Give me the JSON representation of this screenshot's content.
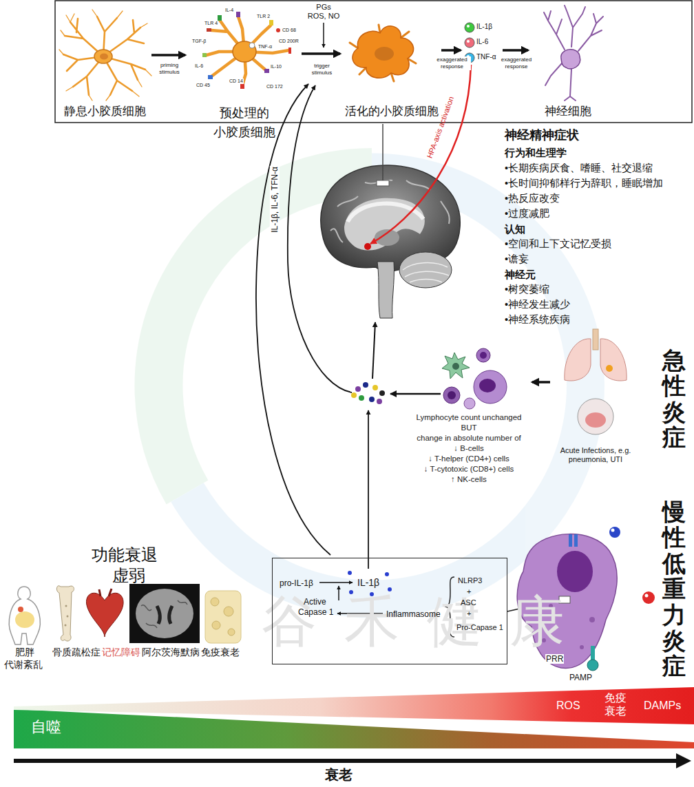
{
  "diagram": {
    "nodes": [
      {
        "text": [
          "静息小胶质细胞"
        ]
      },
      {
        "text": [
          "预处理的 小胶质细胞"
        ]
      },
      {
        "text": [
          "活化的小胶质细胞"
        ]
      },
      {
        "text": [
          "IL-1β",
          "IL-6",
          "TNF-α"
        ]
      },
      {
        "text": [
          "神经细胞"
        ]
      },
      {
        "text": [
          "Lymphocyte count unchanged",
          "BUT",
          "change in absolute number of",
          "↓ B-cells",
          "↓ T-helper (CD4+) cells",
          "↓ T-cytotoxic (CD8+) cells",
          "↑ NK-cells"
        ]
      },
      {
        "text": [
          "Acute Infections, e.g. pneumonia, UTI"
        ]
      },
      {
        "text": [
          "pro-IL-1β",
          "IL-1β",
          "Active",
          "Capase 1",
          "Inflammasome",
          "NLRP3",
          "+",
          "ASC",
          "+",
          "Pro-Capase 1"
        ]
      }
    ],
    "edges": [
      {
        "from": 0,
        "to": 1,
        "label": "priming stimulus",
        "arrow": "to"
      },
      {
        "from": 1,
        "to": 2,
        "label": "trigger stimulus",
        "arrow": "to"
      },
      {
        "from": 2,
        "to": 3,
        "label": "exaggerated response",
        "arrow": "to"
      },
      {
        "from": 3,
        "to": 4,
        "label": "exaggerated response",
        "arrow": "to"
      },
      {
        "from": 6,
        "to": 5,
        "arrow": "to"
      }
    ],
    "labels": [
      "PGs",
      "ROS, NO",
      "IL-4",
      "TLR 4",
      "TLR 2",
      "CD 68",
      "TGF-β",
      "TNF-α",
      "CD 200R",
      "IL-10",
      "IL-6",
      "CD 14",
      "CD 45",
      "CD 172",
      "HPA-axis activation",
      "IL-1β, IL-6, TFN-α",
      "神经精神症状",
      "行为和生理学",
      "•长期疾病厌食、嗜睡、社交退缩",
      "•长时间抑郁样行为辞职，睡眠增加",
      "•热反应改变",
      "•过度减肥",
      "认知",
      "•空间和上下文记忆受损",
      "•谵妄",
      "神经元",
      "•树突萎缩",
      "•神经发生减少",
      "•神经系统疾病",
      "急性炎症",
      "慢性低重力炎症",
      "PRR",
      "PAMP",
      "功能衰退",
      "虚弱",
      "肥胖",
      "代谢紊乱",
      "骨质疏松症",
      "记忆障碍",
      "阿尔茨海默病",
      "免疫衰老",
      "自噬",
      "ROS",
      "免疫",
      "衰老",
      "DAMPs",
      "衰老",
      "谷禾健康"
    ]
  }
}
